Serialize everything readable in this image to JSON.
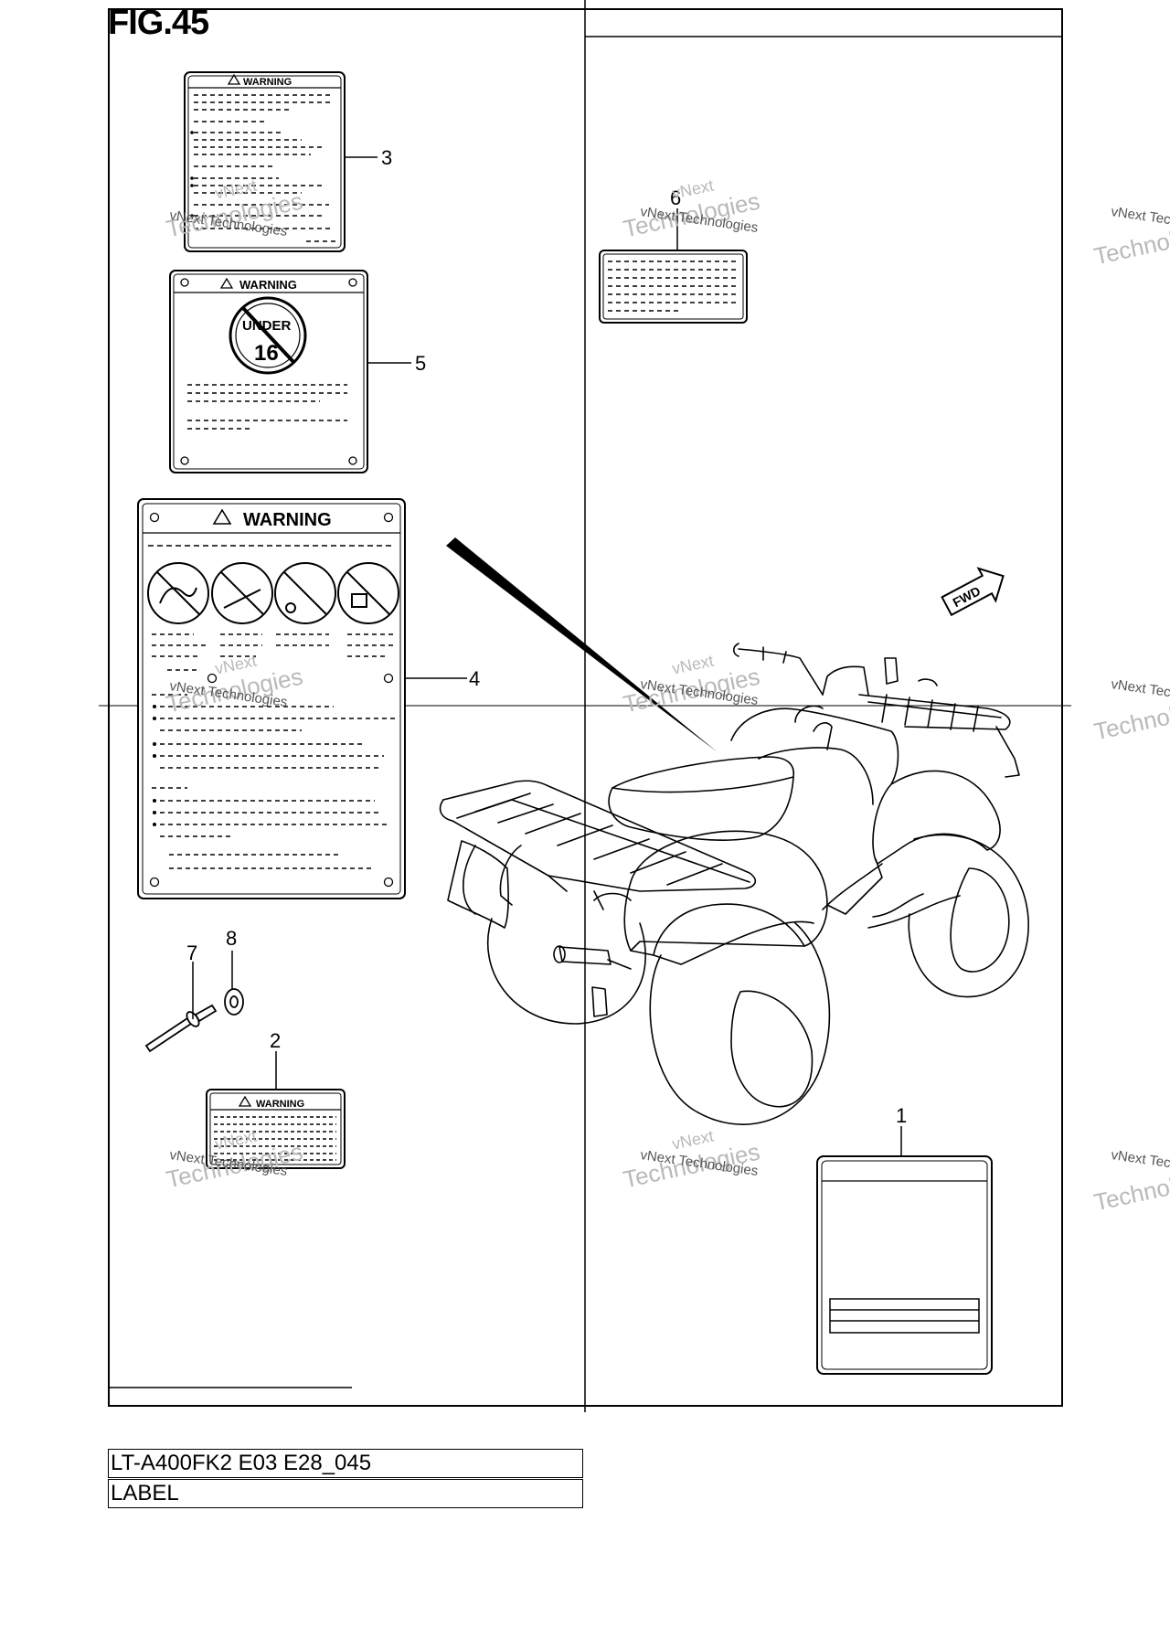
{
  "figure": {
    "title": "FIG.45"
  },
  "labels": {
    "warning_text": "WARNING",
    "under_text": "UNDER",
    "age_text": "16",
    "fwd_text": "FWD"
  },
  "callouts": [
    "1",
    "2",
    "3",
    "4",
    "5",
    "6",
    "7",
    "8"
  ],
  "watermark": {
    "line1": "vNext Technologies",
    "line2": "vNext",
    "line3": "Technologies"
  },
  "caption": {
    "model": "LT-A400FK2 E03 E28_045",
    "name": "LABEL"
  }
}
